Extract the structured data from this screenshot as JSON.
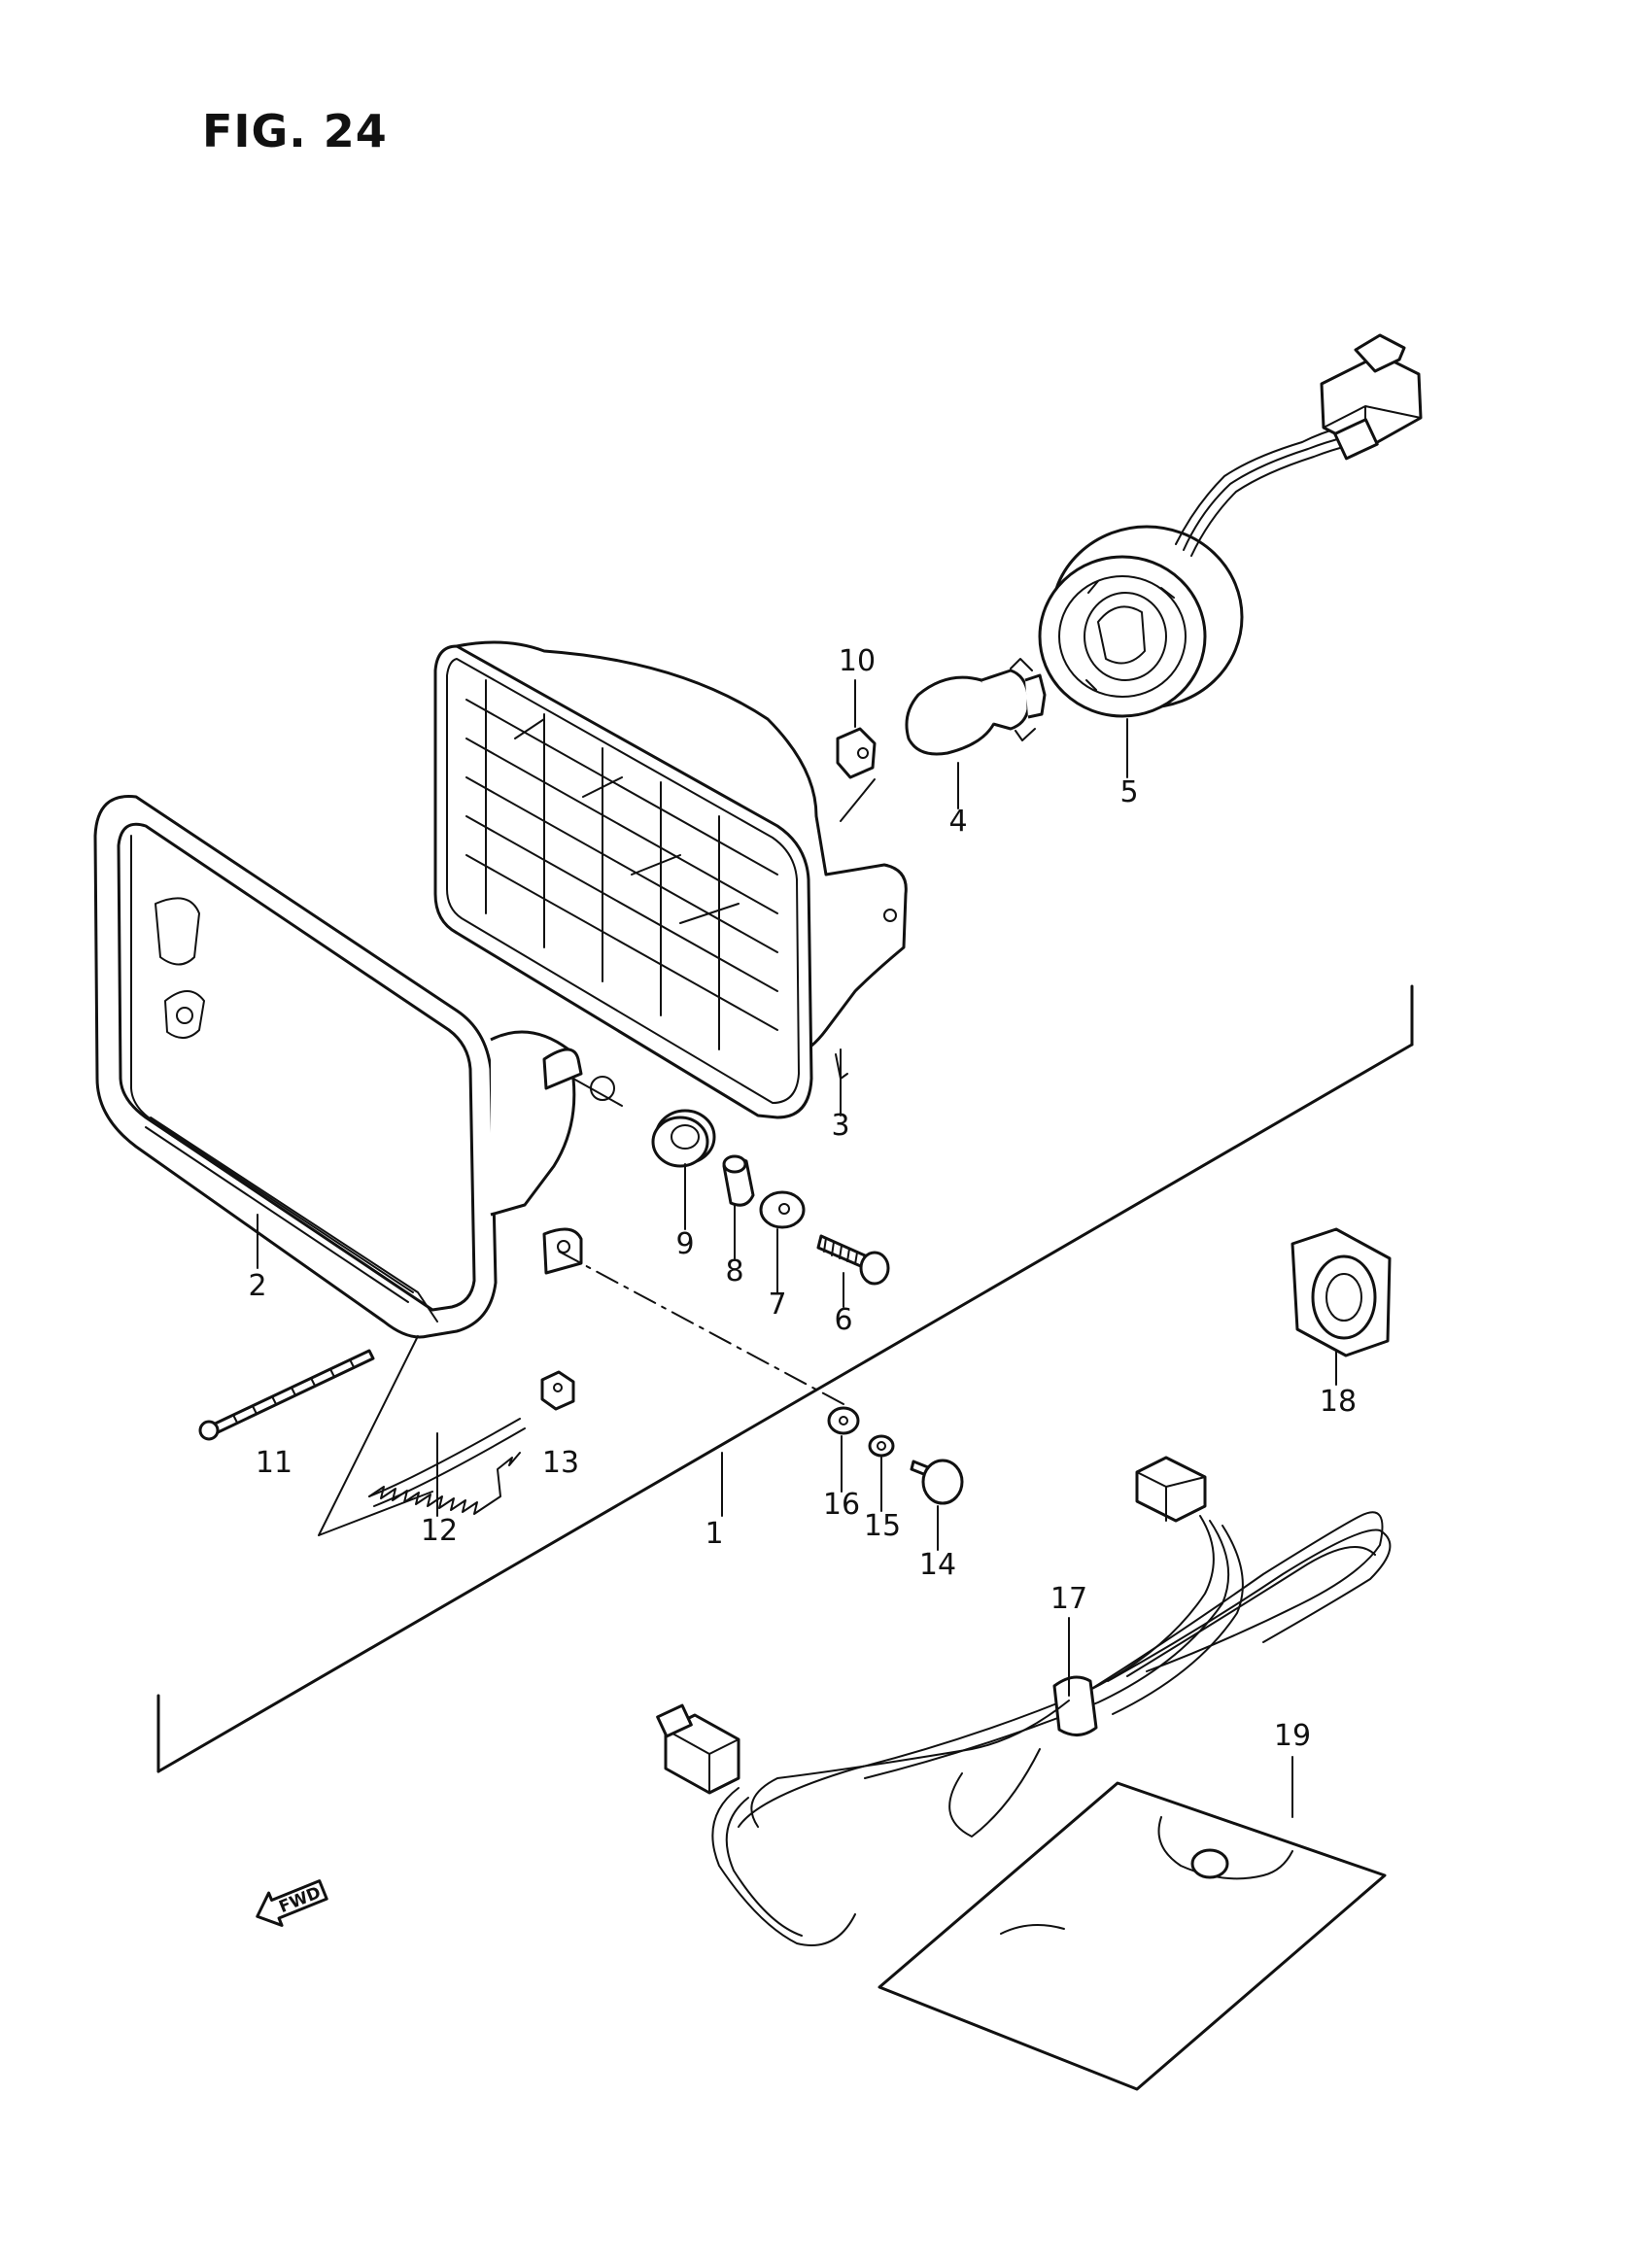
{
  "figure": {
    "title": "FIG. 24"
  },
  "direction_marker": {
    "label": "FWD"
  },
  "callouts": {
    "c1": "1",
    "c2": "2",
    "c3": "3",
    "c4": "4",
    "c5": "5",
    "c6": "6",
    "c7": "7",
    "c8": "8",
    "c9": "9",
    "c10": "10",
    "c11": "11",
    "c12": "12",
    "c13": "13",
    "c14": "14",
    "c15": "15",
    "c16": "16",
    "c17": "17",
    "c18": "18",
    "c19": "19"
  }
}
